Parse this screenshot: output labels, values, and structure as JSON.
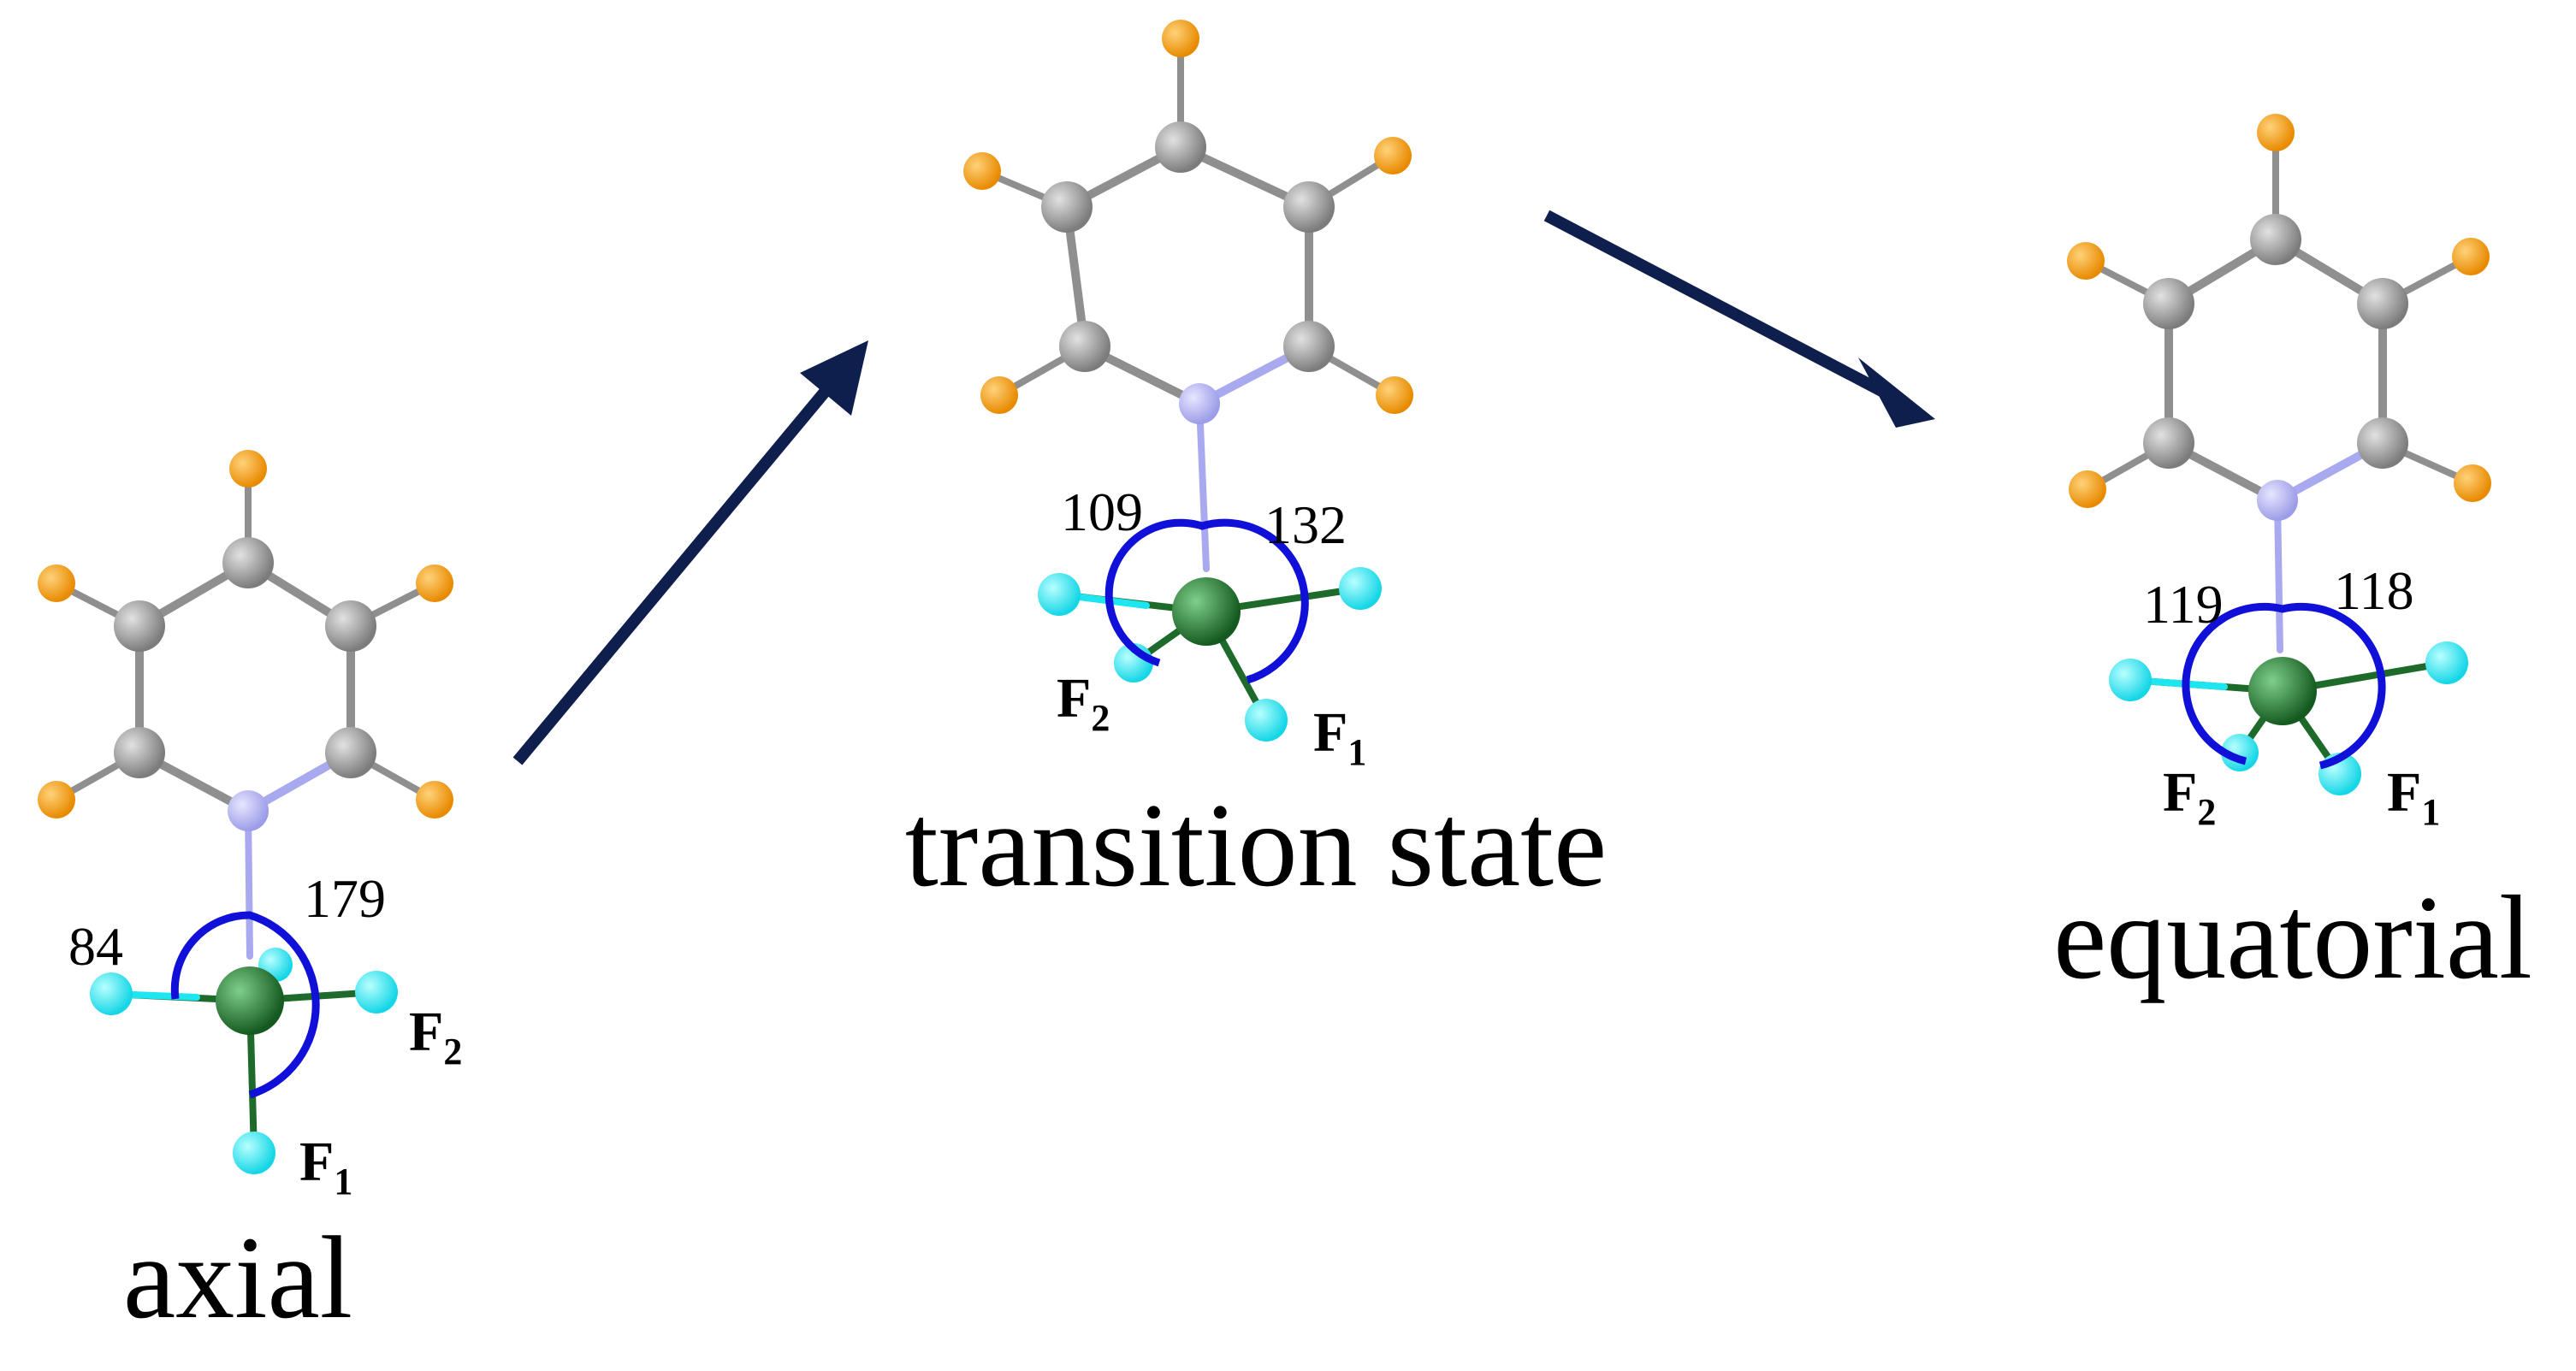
{
  "colors": {
    "carbon": "#8f8f8f",
    "substituent": "#f59a0c",
    "nitrogen": "#a9a9ef",
    "central_atom": "#1e6a2a",
    "fluorine": "#1ee6f0",
    "angle_arc": "#1010d8",
    "arrow": "#0e1f4d"
  },
  "structures": [
    {
      "caption": "axial",
      "angles": [
        "84",
        "179"
      ],
      "fluorine_labels": [
        {
          "main": "F",
          "sub": "2"
        },
        {
          "main": "F",
          "sub": "1"
        }
      ]
    },
    {
      "caption": "transition state",
      "angles": [
        "109",
        "132"
      ],
      "fluorine_labels": [
        {
          "main": "F",
          "sub": "2"
        },
        {
          "main": "F",
          "sub": "1"
        }
      ]
    },
    {
      "caption": "equatorial",
      "angles": [
        "119",
        "118"
      ],
      "fluorine_labels": [
        {
          "main": "F",
          "sub": "2"
        },
        {
          "main": "F",
          "sub": "1"
        }
      ]
    }
  ]
}
